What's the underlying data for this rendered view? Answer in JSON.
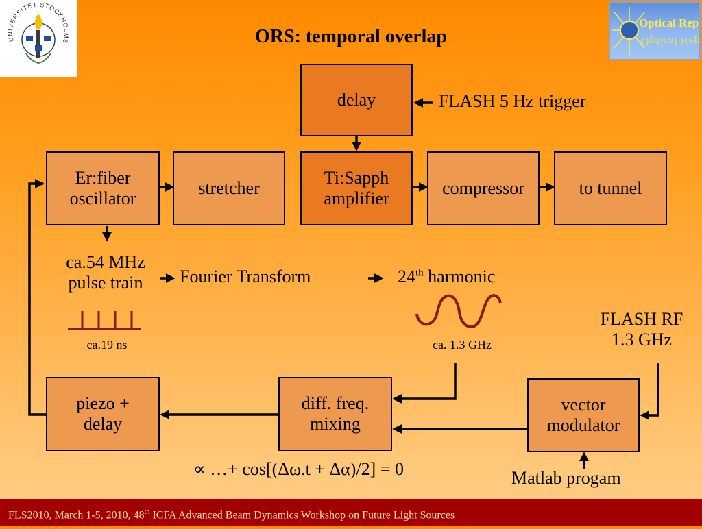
{
  "title": "ORS: temporal overlap",
  "footer": {
    "prefix": "FLS2010, March 1-5, 2010, 48",
    "sup": "th",
    "suffix": " ICFA Advanced Beam Dynamics Workshop on Future Light Sources"
  },
  "logos": {
    "left_text": "UNIVERSITET STOCKHOLMS",
    "right_text": "Optical Replica"
  },
  "boxes": {
    "delay": "delay",
    "oscillator": "Er:fiber\noscillator",
    "stretcher": "stretcher",
    "amplifier": "Ti:Sapph\namplifier",
    "compressor": "compressor",
    "tunnel": "to tunnel",
    "piezo": "piezo +\ndelay",
    "mixing": "diff. freq.\nmixing",
    "modulator": "vector\nmodulator"
  },
  "labels": {
    "trigger": "FLASH 5 Hz trigger",
    "pulse_train": "ca.54 MHz\npulse train",
    "pulse_spacing": "ca.19 ns",
    "fourier": "Fourier Transform",
    "harmonic_num": "24",
    "harmonic_sup": "th",
    "harmonic_word": " harmonic",
    "harmonic_freq": "ca. 1.3 GHz",
    "flash_rf": "FLASH RF\n1.3 GHz",
    "matlab": "Matlab progam",
    "equation": "∝ …+ cos[(Δω.t + Δα)/2] = 0"
  },
  "colors": {
    "box_dark": "#e97a22",
    "box_light": "#ee9950",
    "footer_bg": "#a20000",
    "signal": "#8b1a1a"
  }
}
